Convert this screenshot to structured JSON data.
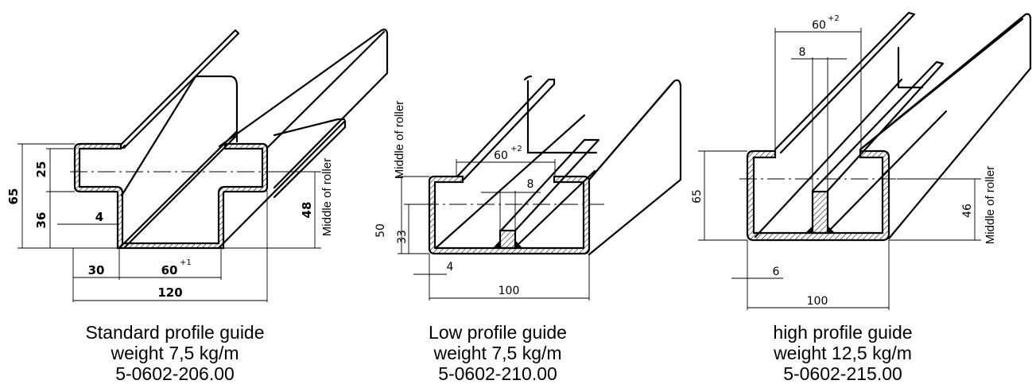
{
  "guides": [
    {
      "dims": {
        "h_total": "65",
        "h_top": "25",
        "h_bottom": "36",
        "wall": "4",
        "flange": "30",
        "slot": "60",
        "slot_tol": "+1",
        "width": "120",
        "roller_h": "48"
      },
      "roller_label": "Middle of roller",
      "caption": {
        "name": "Standard profile guide",
        "weight": "weight 7,5 kg/m",
        "part": "5-0602-206.00"
      }
    },
    {
      "dims": {
        "h_total": "50",
        "h_roller": "33",
        "wall": "4",
        "slot": "60",
        "slot_tol": "+2",
        "bar": "8",
        "width": "100"
      },
      "roller_label": "Middle of roller",
      "caption": {
        "name": "Low profile guide",
        "weight": "weight 7,5 kg/m",
        "part": "5-0602-210.00"
      }
    },
    {
      "dims": {
        "h_total": "65",
        "h_roller": "46",
        "wall": "6",
        "slot": "60",
        "slot_tol": "+2",
        "bar": "8",
        "width": "100"
      },
      "roller_label": "Middle of roller",
      "caption": {
        "name": "high profile guide",
        "weight": "weight 12,5 kg/m",
        "part": "5-0602-215.00"
      }
    }
  ]
}
